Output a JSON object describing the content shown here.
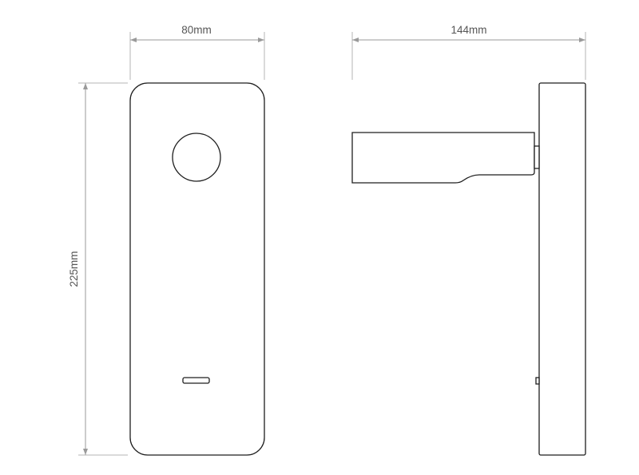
{
  "dimensions": {
    "front_width": "80mm",
    "side_depth": "144mm",
    "height": "225mm"
  },
  "colors": {
    "outline": "#1e1e1e",
    "dimension_line": "#9a9a9a",
    "dimension_text": "#555555"
  }
}
